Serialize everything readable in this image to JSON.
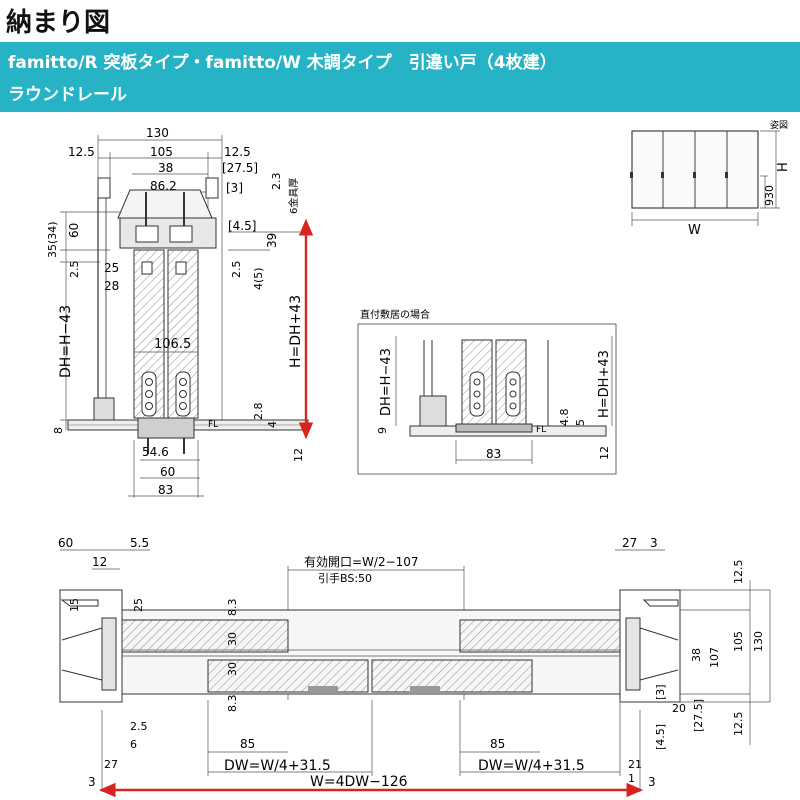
{
  "header": {
    "title": "納まり図",
    "banner_line1": "famitto/R 突板タイプ・famitto/W 木調タイプ　引違い戸（4枚建）",
    "banner_line2": "ラウンドレール"
  },
  "colors": {
    "accent": "#27b3c6",
    "arrow_red": "#d9231f"
  },
  "elevation": {
    "label": "姿図",
    "h": "H",
    "w": "W",
    "d930": "930"
  },
  "section": {
    "d130": "130",
    "d12_5a": "12.5",
    "d105": "105",
    "d12_5b": "12.5",
    "d38": "38",
    "d27_5": "[27.5]",
    "d86_2": "86.2",
    "d3": "[3]",
    "d2_3": "2.3",
    "kanagu": "6金具厚",
    "d4_5": "[4.5]",
    "d39": "39",
    "d35_34": "35(34)",
    "d60": "60",
    "d2_5l": "2.5",
    "d25": "25",
    "d28": "28",
    "d2_5r": "2.5",
    "d4_5p": "4(5)",
    "dh": "DH=H−43",
    "h": "H=DH+43",
    "d106_5": "106.5",
    "d8": "8",
    "d2_8": "2.8",
    "d4": "4",
    "fl": "FL",
    "d12": "12",
    "d54_6": "54.6",
    "d60b": "60",
    "d83": "83"
  },
  "direct": {
    "label": "直付敷居の場合",
    "dh": "DH=H−43",
    "h": "H=DH+43",
    "d9": "9",
    "d4_8": "4.8",
    "d5": "5",
    "fl": "FL",
    "d83": "83",
    "d12": "12"
  },
  "plan": {
    "d60": "60",
    "d5_5": "5.5",
    "d12": "12",
    "d27": "27",
    "d3": "3",
    "opening": "有効開口=W/2−107",
    "pull": "引手BS:50",
    "d15": "15",
    "d25": "25",
    "d8_3a": "8.3",
    "d30a": "30",
    "d30b": "30",
    "d8_3b": "8.3",
    "d12_5a": "12.5",
    "d38": "38",
    "d107": "107",
    "d105": "105",
    "d130": "130",
    "d3b": "[3]",
    "d20": "20",
    "d27_5": "[27.5]",
    "d4_5": "[4.5]",
    "d12_5b": "12.5",
    "d2_5": "2.5",
    "d6": "6",
    "d27b": "27",
    "d85a": "85",
    "d85b": "85",
    "d21": "21",
    "dwa": "DW=W/4+31.5",
    "dwb": "DW=W/4+31.5",
    "d3l": "3",
    "w": "W=4DW−126",
    "d1": "1",
    "d3r": "3"
  }
}
